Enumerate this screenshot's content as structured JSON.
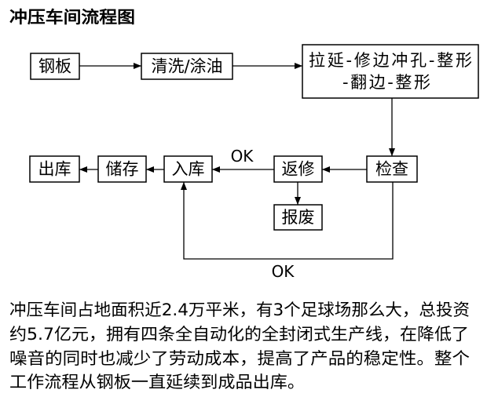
{
  "title": "冲压车间流程图",
  "flow": {
    "steel_plate": "钢板",
    "cleaning_oiling": "清洗/涂油",
    "stamping_lines": [
      "拉延-修边冲孔-整形",
      "-翻边-整形"
    ],
    "inspection": "检查",
    "rework": "返修",
    "scrap": "报废",
    "warehousing": "入库",
    "storage": "储存",
    "outbound": "出库",
    "ok_rework_to_warehousing": "OK",
    "ok_inspection_to_warehousing": "OK"
  },
  "caption": {
    "lines": [
      "冲压车间占地面积近2.4万平米，有3个足球场那么大，总投资",
      "约5.7亿元，拥有四条全自动化的全封闭式生产线，在降低了",
      "噪音的同时也减少了劳动成本，提高了产品的稳定性。整个",
      "工作流程从钢板一直延续到成品出库。"
    ]
  }
}
